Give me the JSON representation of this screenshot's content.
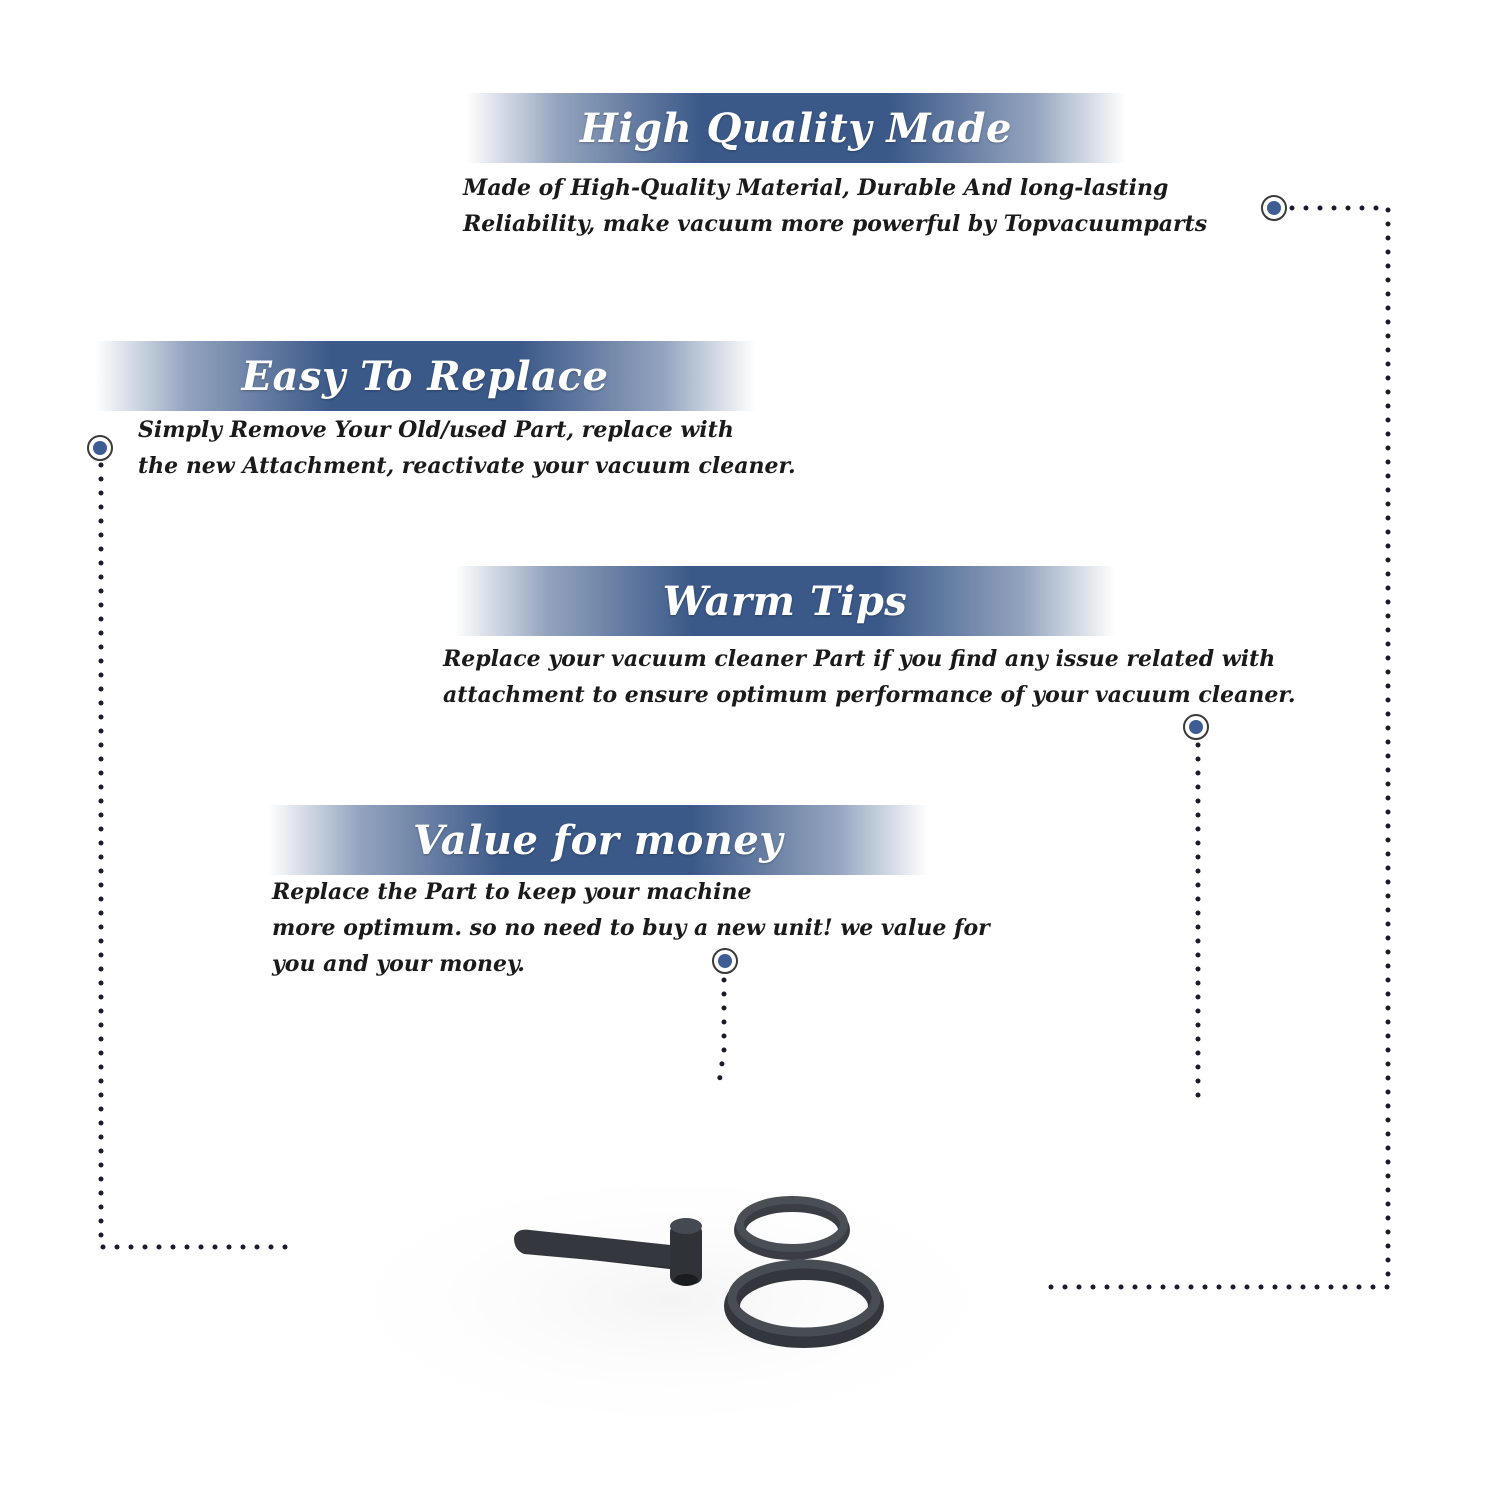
{
  "sections": [
    {
      "title": "High Quality Made",
      "lines": [
        "Made of  High-Quality Material, Durable And long-lasting",
        "Reliability, make vacuum more powerful by Topvacuumparts"
      ]
    },
    {
      "title": "Easy To Replace",
      "lines": [
        "Simply Remove Your Old/used Part, replace with",
        "the new Attachment, reactivate your vacuum cleaner."
      ]
    },
    {
      "title": "Warm Tips",
      "lines": [
        "Replace your vacuum cleaner Part if you find any issue related with",
        " attachment to ensure optimum performance of your vacuum cleaner."
      ]
    },
    {
      "title": "Value for money",
      "lines": [
        "Replace the Part to keep your machine",
        "more optimum. so no need to buy a new unit! we value for",
        "you and your money."
      ]
    }
  ],
  "colors": {
    "banner": "#3a5888",
    "marker_fill": "#3d5d94",
    "dots": "#1a1a2e",
    "text": "#1a1a1a"
  },
  "icons": [
    "connector-marker-icon",
    "vacuum-belt-icon",
    "belt-lifter-tool-icon"
  ]
}
